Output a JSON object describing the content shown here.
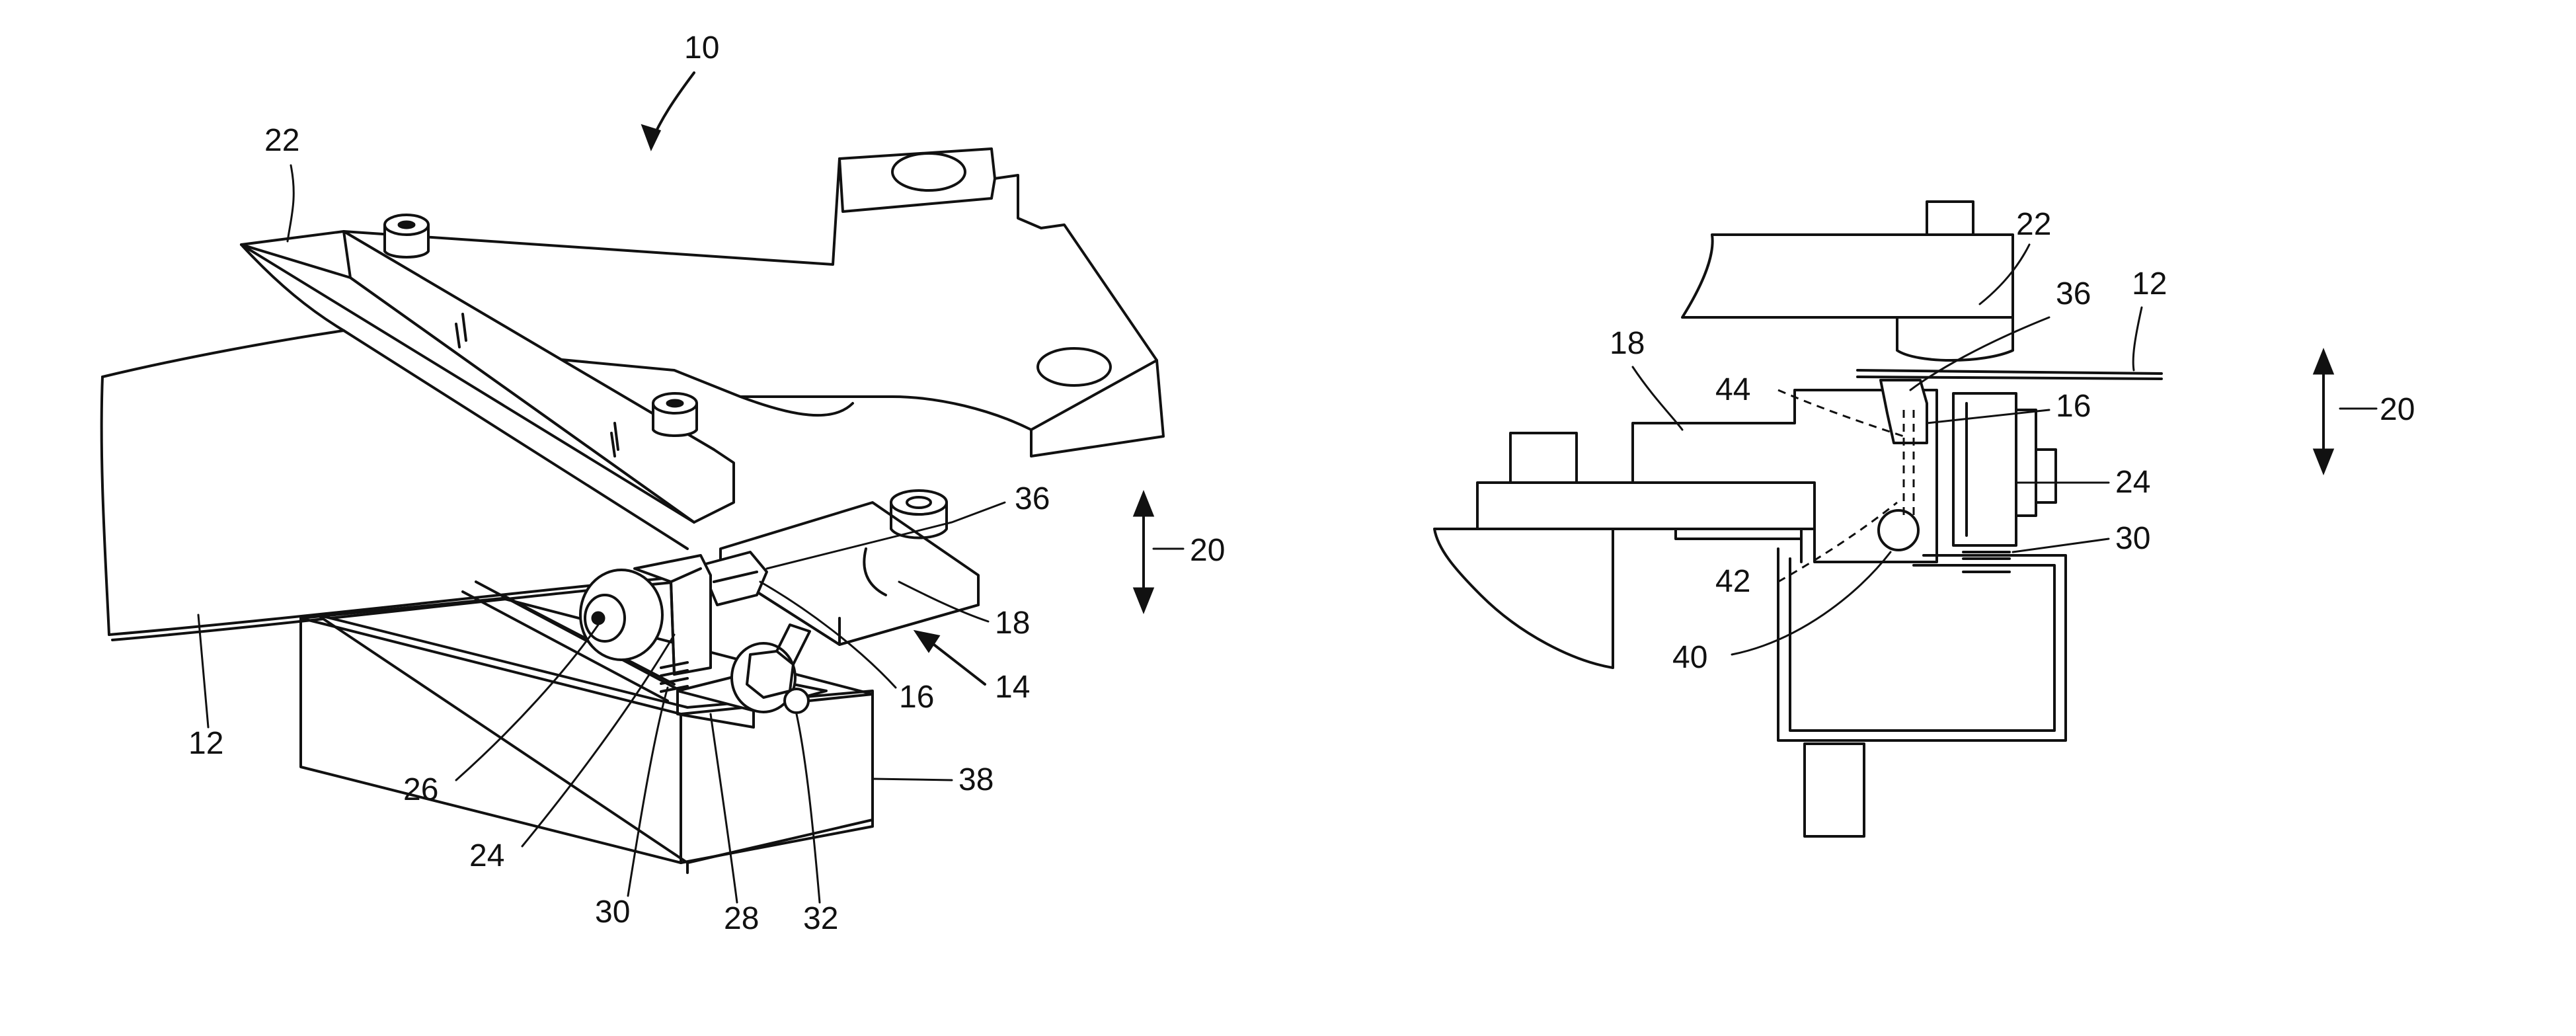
{
  "figure_left": {
    "ref_10": "10",
    "ref_22": "22",
    "ref_36": "36",
    "ref_20": "20",
    "ref_18": "18",
    "ref_16": "16",
    "ref_14": "14",
    "ref_12": "12",
    "ref_26": "26",
    "ref_24": "24",
    "ref_30": "30",
    "ref_28": "28",
    "ref_32": "32",
    "ref_38": "38"
  },
  "figure_right": {
    "ref_22": "22",
    "ref_36": "36",
    "ref_12": "12",
    "ref_18": "18",
    "ref_44": "44",
    "ref_16": "16",
    "ref_20": "20",
    "ref_24": "24",
    "ref_30": "30",
    "ref_42": "42",
    "ref_40": "40"
  }
}
